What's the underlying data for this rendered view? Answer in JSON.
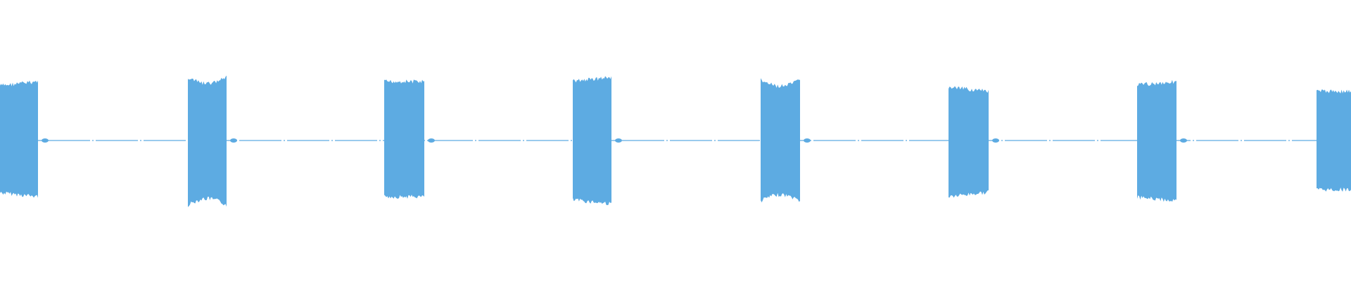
{
  "waveform": {
    "color": "#5dabe2",
    "background": "#ffffff",
    "bursts": [
      {
        "index": 1,
        "peak_top": 0.42,
        "peak_bottom": 0.4,
        "shape": "rising-top"
      },
      {
        "index": 2,
        "peak_top": 0.45,
        "peak_bottom": 0.46,
        "shape": "dipped"
      },
      {
        "index": 3,
        "peak_top": 0.42,
        "peak_bottom": 0.4,
        "shape": "flat"
      },
      {
        "index": 4,
        "peak_top": 0.45,
        "peak_bottom": 0.45,
        "shape": "rising"
      },
      {
        "index": 5,
        "peak_top": 0.43,
        "peak_bottom": 0.43,
        "shape": "dipped"
      },
      {
        "index": 6,
        "peak_top": 0.38,
        "peak_bottom": 0.4,
        "shape": "decaying"
      },
      {
        "index": 7,
        "peak_top": 0.42,
        "peak_bottom": 0.43,
        "shape": "rising"
      },
      {
        "index": 8,
        "peak_top": 0.35,
        "peak_bottom": 0.35,
        "shape": "flat"
      }
    ]
  }
}
